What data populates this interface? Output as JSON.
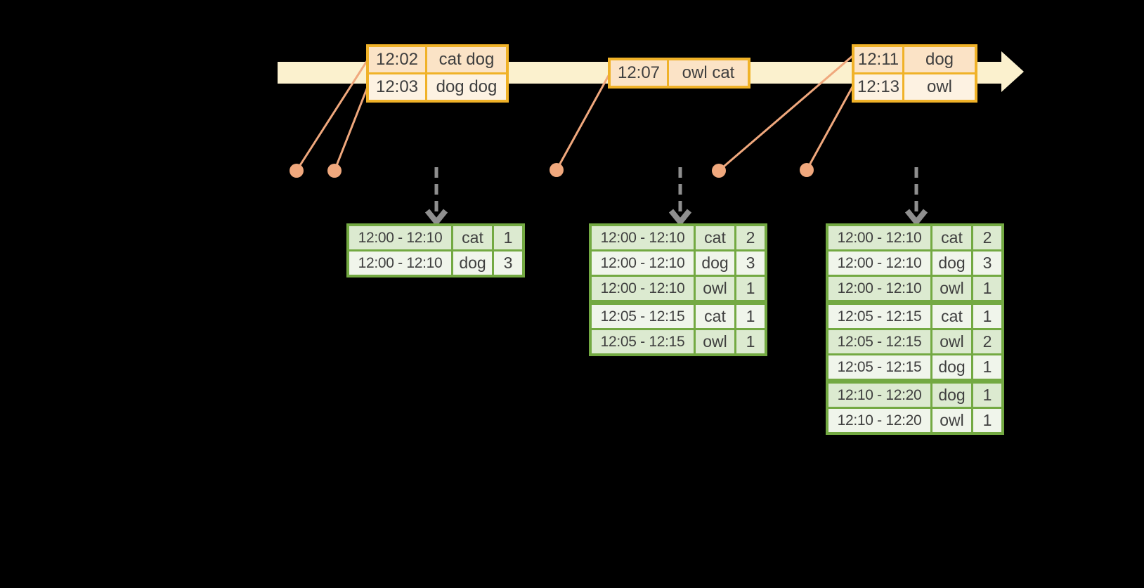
{
  "diagram": {
    "description": "Streaming windowed word-count timeline diagram",
    "colors": {
      "background": "#000000",
      "timeline_fill": "#fbf1ce",
      "event_border": "#f0b228",
      "event_row_dark": "#fbe3c6",
      "event_row_light": "#fdf2e2",
      "connector_salmon": "#f0a87d",
      "result_border": "#73a942",
      "result_row_dark": "#dcead0",
      "result_row_light": "#f0f5eb",
      "trigger_arrow_gray": "#8f8f8f",
      "text": "#3f3f3f"
    }
  },
  "event_tables": [
    {
      "rows": [
        {
          "time": "12:02",
          "words": "cat dog"
        },
        {
          "time": "12:03",
          "words": "dog dog"
        }
      ]
    },
    {
      "rows": [
        {
          "time": "12:07",
          "words": "owl cat"
        }
      ]
    },
    {
      "rows": [
        {
          "time": "12:11",
          "words": "dog"
        },
        {
          "time": "12:13",
          "words": "owl"
        }
      ]
    }
  ],
  "result_tables": [
    {
      "rows": [
        {
          "window": "12:00 - 12:10",
          "word": "cat",
          "count": "1"
        },
        {
          "window": "12:00 - 12:10",
          "word": "dog",
          "count": "3"
        }
      ]
    },
    {
      "rows": [
        {
          "window": "12:00 - 12:10",
          "word": "cat",
          "count": "2"
        },
        {
          "window": "12:00 - 12:10",
          "word": "dog",
          "count": "3"
        },
        {
          "window": "12:00 - 12:10",
          "word": "owl",
          "count": "1"
        },
        {
          "window": "12:05 - 12:15",
          "word": "cat",
          "count": "1"
        },
        {
          "window": "12:05 - 12:15",
          "word": "owl",
          "count": "1"
        }
      ]
    },
    {
      "rows": [
        {
          "window": "12:00 - 12:10",
          "word": "cat",
          "count": "2"
        },
        {
          "window": "12:00 - 12:10",
          "word": "dog",
          "count": "3"
        },
        {
          "window": "12:00 - 12:10",
          "word": "owl",
          "count": "1"
        },
        {
          "window": "12:05 - 12:15",
          "word": "cat",
          "count": "1"
        },
        {
          "window": "12:05 - 12:15",
          "word": "owl",
          "count": "2"
        },
        {
          "window": "12:05 - 12:15",
          "word": "dog",
          "count": "1"
        },
        {
          "window": "12:10 - 12:20",
          "word": "dog",
          "count": "1"
        },
        {
          "window": "12:10 - 12:20",
          "word": "owl",
          "count": "1"
        }
      ]
    }
  ]
}
